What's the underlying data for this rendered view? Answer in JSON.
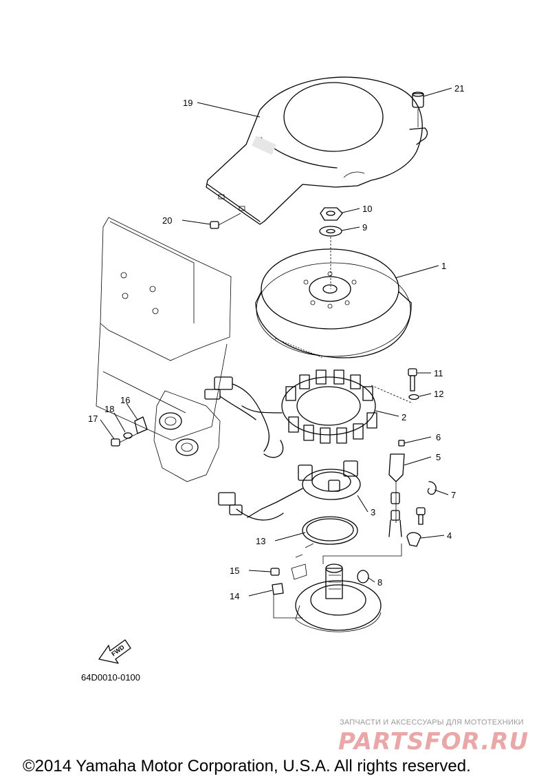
{
  "diagram": {
    "callouts": [
      "1",
      "2",
      "3",
      "4",
      "5",
      "6",
      "7",
      "8",
      "9",
      "10",
      "11",
      "12",
      "13",
      "14",
      "15",
      "16",
      "17",
      "18",
      "19",
      "20",
      "21"
    ],
    "fwd_label": "FWD",
    "part_code": "64D0010-0100"
  },
  "watermark": {
    "tagline": "ЗАПЧАСТИ И АКСЕССУАРЫ ДЛЯ МОТОТЕХНИКИ",
    "brand": "PARTSFOR.RU"
  },
  "footer": {
    "copyright": "©2014 Yamaha Motor Corporation, U.S.A. All rights reserved."
  }
}
